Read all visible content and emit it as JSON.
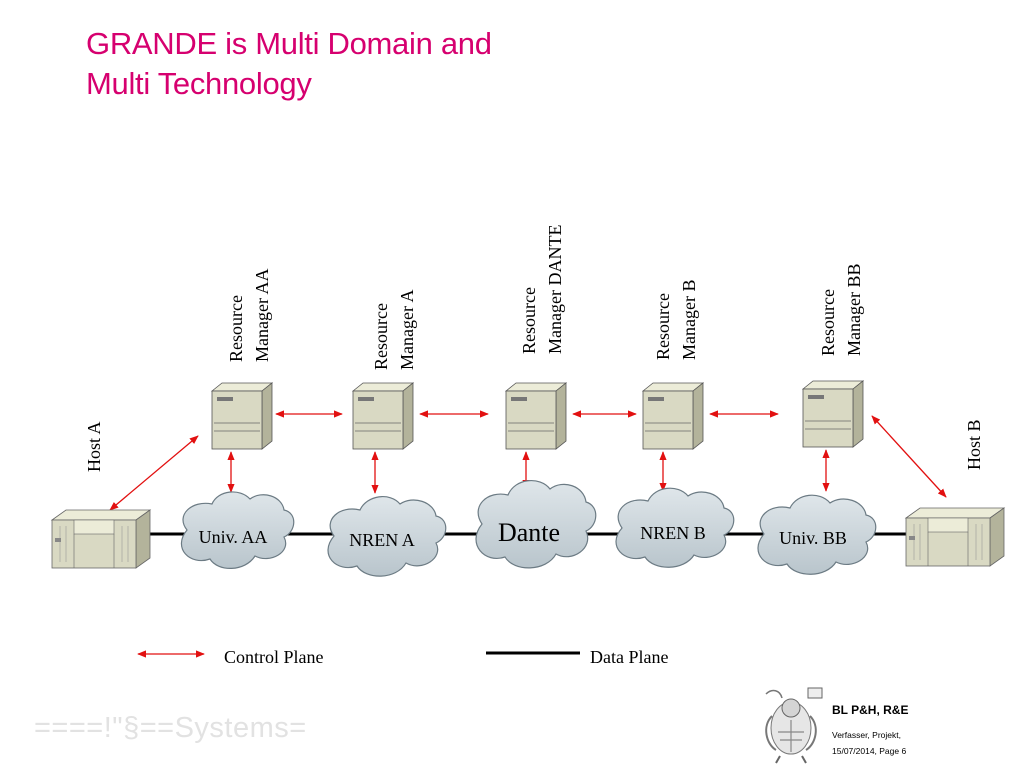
{
  "title": {
    "line1": "GRANDE is Multi Domain and",
    "line2": "Multi Technology"
  },
  "resource_managers": [
    {
      "line1": "Resource",
      "line2": "Manager AA"
    },
    {
      "line1": "Resource",
      "line2": "Manager A"
    },
    {
      "line1": "Resource",
      "line2": "Manager DANTE"
    },
    {
      "line1": "Resource",
      "line2": "Manager B"
    },
    {
      "line1": "Resource",
      "line2": "Manager BB"
    }
  ],
  "networks": [
    "Univ. AA",
    "NREN A",
    "Dante",
    "NREN B",
    "Univ. BB"
  ],
  "hosts": {
    "a": "Host A",
    "b": "Host B"
  },
  "legend": {
    "control": "Control Plane",
    "data": "Data Plane"
  },
  "footer": {
    "brand": "====!\"§==Systems=",
    "org": "BL P&H, R&E",
    "line1": "Verfasser, Projekt,",
    "line2": "15/07/2014, Page 6"
  },
  "colors": {
    "title": "#d6006f",
    "arrow": "#e21010",
    "cloud": "#c9d3d9",
    "server": "#d9d9c3"
  }
}
